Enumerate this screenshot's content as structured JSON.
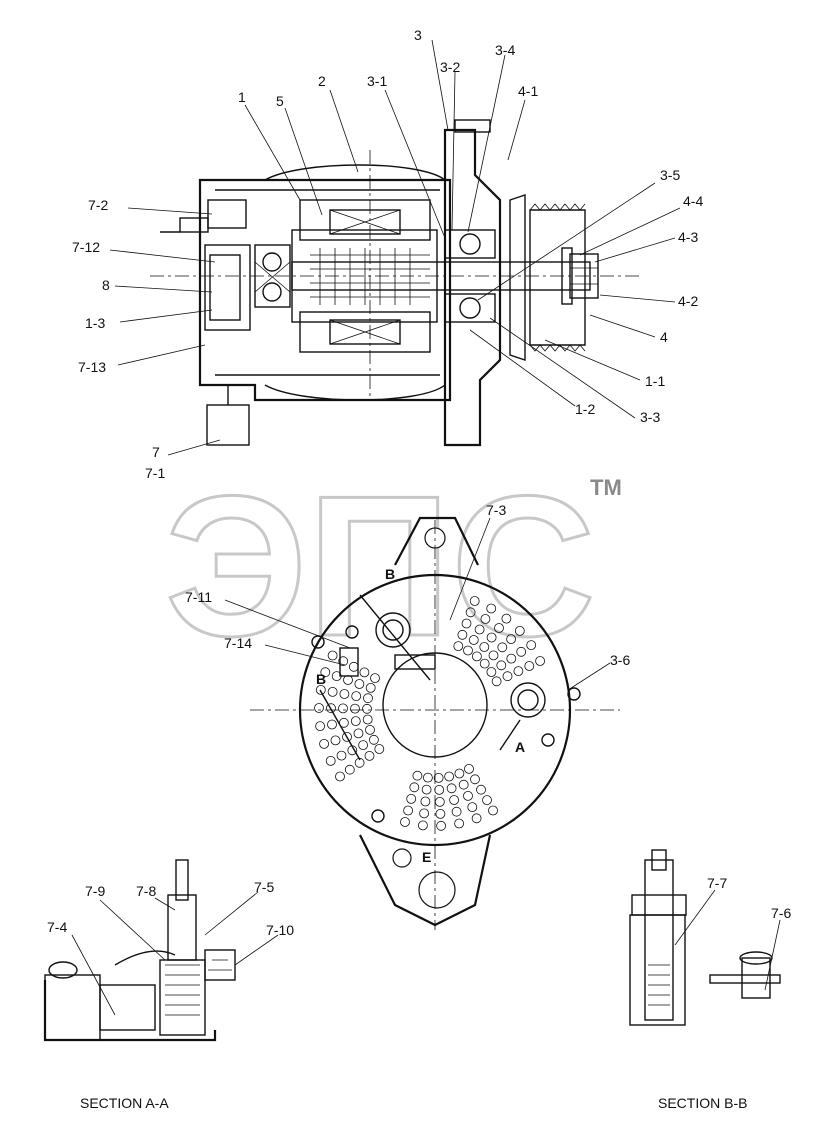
{
  "watermark": {
    "text": "ЭПС",
    "tm": "TM"
  },
  "top_view": {
    "labels": [
      {
        "id": "l-3",
        "text": "3"
      },
      {
        "id": "l-3-2",
        "text": "3-2"
      },
      {
        "id": "l-3-4",
        "text": "3-4"
      },
      {
        "id": "l-2",
        "text": "2"
      },
      {
        "id": "l-3-1",
        "text": "3-1"
      },
      {
        "id": "l-4-1",
        "text": "4-1"
      },
      {
        "id": "l-1",
        "text": "1"
      },
      {
        "id": "l-5",
        "text": "5"
      },
      {
        "id": "l-3-5",
        "text": "3-5"
      },
      {
        "id": "l-7-2",
        "text": "7-2"
      },
      {
        "id": "l-4-4",
        "text": "4-4"
      },
      {
        "id": "l-4-3",
        "text": "4-3"
      },
      {
        "id": "l-7-12",
        "text": "7-12"
      },
      {
        "id": "l-8",
        "text": "8"
      },
      {
        "id": "l-4-2",
        "text": "4-2"
      },
      {
        "id": "l-1-3",
        "text": "1-3"
      },
      {
        "id": "l-4",
        "text": "4"
      },
      {
        "id": "l-7-13",
        "text": "7-13"
      },
      {
        "id": "l-1-1",
        "text": "1-1"
      },
      {
        "id": "l-1-2",
        "text": "1-2"
      },
      {
        "id": "l-3-3",
        "text": "3-3"
      },
      {
        "id": "l-7",
        "text": "7"
      },
      {
        "id": "l-7-1",
        "text": "7-1"
      }
    ]
  },
  "rear_view": {
    "labels": [
      {
        "id": "l-7-3",
        "text": "7-3"
      },
      {
        "id": "l-7-11",
        "text": "7-11"
      },
      {
        "id": "l-7-14",
        "text": "7-14"
      },
      {
        "id": "l-3-6",
        "text": "3-6"
      }
    ],
    "section_marks": [
      "B",
      "B",
      "A",
      "E"
    ]
  },
  "section_aa": {
    "title": "SECTION  A-A",
    "labels": [
      {
        "id": "l-7-9",
        "text": "7-9"
      },
      {
        "id": "l-7-8",
        "text": "7-8"
      },
      {
        "id": "l-7-5",
        "text": "7-5"
      },
      {
        "id": "l-7-4",
        "text": "7-4"
      },
      {
        "id": "l-7-10",
        "text": "7-10"
      }
    ]
  },
  "section_bb": {
    "title": "SECTION  B-B",
    "labels": [
      {
        "id": "l-7-7",
        "text": "7-7"
      },
      {
        "id": "l-7-6",
        "text": "7-6"
      }
    ]
  }
}
